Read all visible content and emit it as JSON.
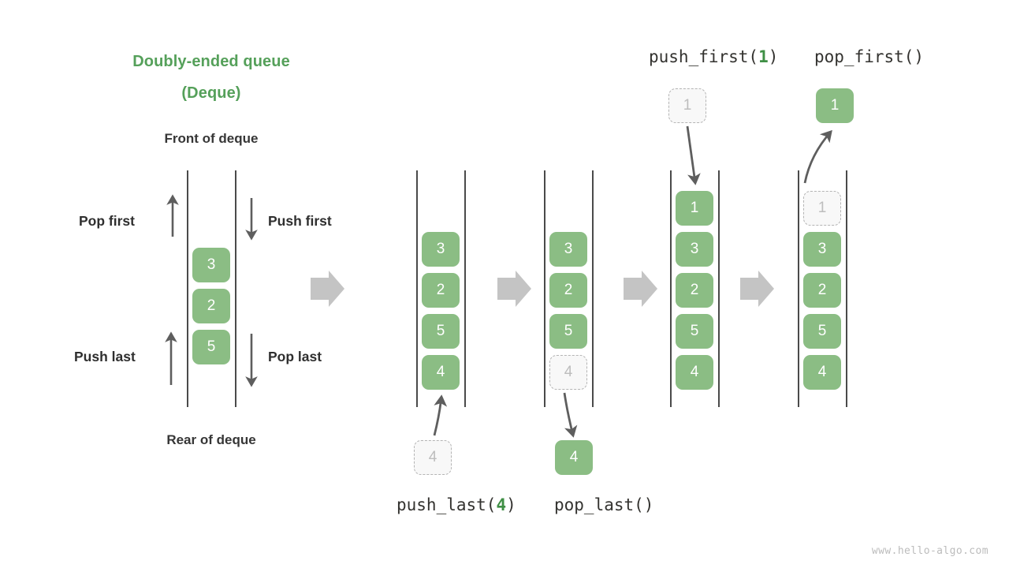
{
  "title": {
    "line1": "Doubly-ended queue",
    "line2": "(Deque)"
  },
  "labels": {
    "front": "Front of deque",
    "rear": "Rear of deque",
    "pop_first": "Pop first",
    "push_first": "Push first",
    "push_last": "Push last",
    "pop_last": "Pop last"
  },
  "calls": {
    "push_first": {
      "name": "push_first(",
      "arg": "1",
      "close": ")"
    },
    "pop_first": {
      "name": "pop_first()",
      "arg": "",
      "close": ""
    },
    "push_last": {
      "name": "push_last(",
      "arg": "4",
      "close": ")"
    },
    "pop_last": {
      "name": "pop_last()",
      "arg": "",
      "close": ""
    }
  },
  "colors": {
    "title_green": "#55a05a",
    "node_green": "#8bbd84",
    "ghost_fill": "#f8f8f8",
    "ghost_border": "#b4b4b4",
    "ghost_text": "#bdbdbd",
    "rail": "#4a4a4a",
    "thin_arrow": "#5e5e5e",
    "block_arrow": "#c4c4c4",
    "text_dark": "#2f2f2f",
    "watermark": "#bcbcbc"
  },
  "columns": [
    {
      "id": "initial",
      "nodes": [
        {
          "value": "3",
          "ghost": false
        },
        {
          "value": "2",
          "ghost": false
        },
        {
          "value": "5",
          "ghost": false
        }
      ]
    },
    {
      "id": "push-last",
      "nodes": [
        {
          "value": "3",
          "ghost": false
        },
        {
          "value": "2",
          "ghost": false
        },
        {
          "value": "5",
          "ghost": false
        },
        {
          "value": "4",
          "ghost": false
        }
      ],
      "external": {
        "value": "4",
        "ghost": true,
        "position": "below"
      }
    },
    {
      "id": "pop-last",
      "nodes": [
        {
          "value": "3",
          "ghost": false
        },
        {
          "value": "2",
          "ghost": false
        },
        {
          "value": "5",
          "ghost": false
        },
        {
          "value": "4",
          "ghost": true
        }
      ],
      "external": {
        "value": "4",
        "ghost": false,
        "position": "below"
      }
    },
    {
      "id": "push-first",
      "nodes": [
        {
          "value": "1",
          "ghost": false
        },
        {
          "value": "3",
          "ghost": false
        },
        {
          "value": "2",
          "ghost": false
        },
        {
          "value": "5",
          "ghost": false
        },
        {
          "value": "4",
          "ghost": false
        }
      ],
      "external": {
        "value": "1",
        "ghost": true,
        "position": "above"
      }
    },
    {
      "id": "pop-first",
      "nodes": [
        {
          "value": "1",
          "ghost": true
        },
        {
          "value": "3",
          "ghost": false
        },
        {
          "value": "2",
          "ghost": false
        },
        {
          "value": "5",
          "ghost": false
        },
        {
          "value": "4",
          "ghost": false
        }
      ],
      "external": {
        "value": "1",
        "ghost": false,
        "position": "above"
      }
    }
  ],
  "watermark": "www.hello-algo.com"
}
